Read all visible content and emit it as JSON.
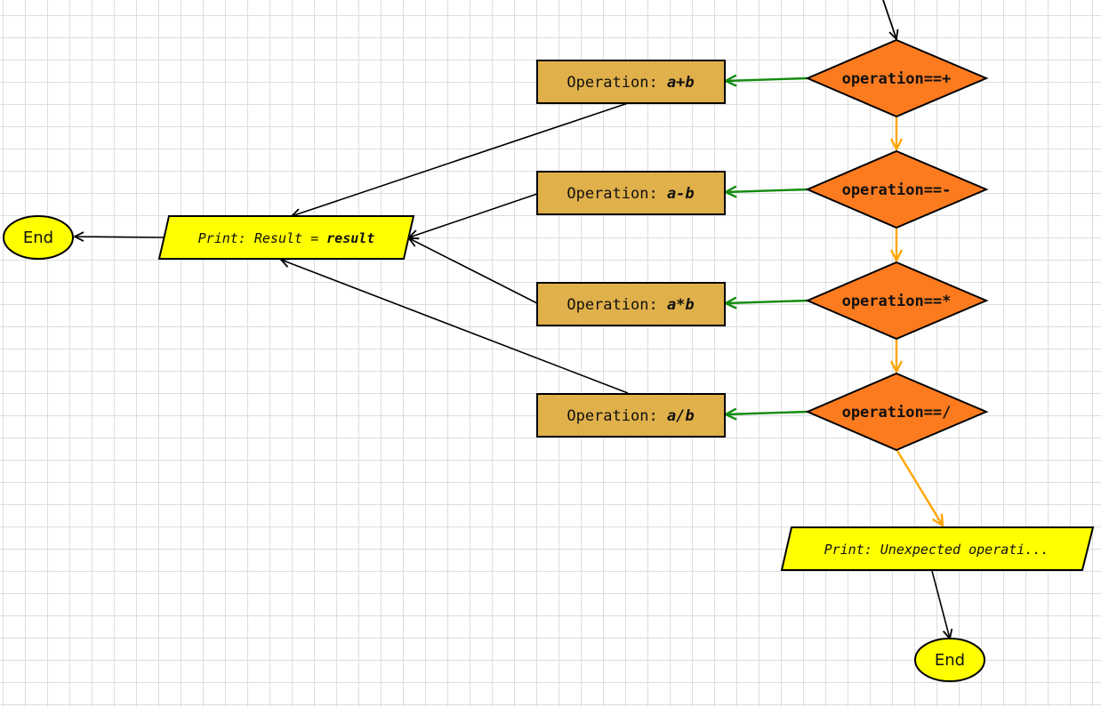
{
  "diagram": {
    "type": "flowchart",
    "colors": {
      "decision_fill": "#fd7b1f",
      "operation_fill": "#e0b04a",
      "io_fill": "#ffff00",
      "terminal_fill": "#ffff00",
      "yes_edge": "#138b10",
      "no_edge": "#ffa500",
      "default_edge": "#000000",
      "grid": "#dddddd"
    },
    "decisions": [
      {
        "id": "d_plus",
        "label": "operation==+"
      },
      {
        "id": "d_minus",
        "label": "operation==-"
      },
      {
        "id": "d_mult",
        "label": "operation==*"
      },
      {
        "id": "d_div",
        "label": "operation==/"
      }
    ],
    "operations": [
      {
        "id": "op_plus",
        "prefix": "Operation: ",
        "expr": "a+b"
      },
      {
        "id": "op_minus",
        "prefix": "Operation: ",
        "expr": "a-b"
      },
      {
        "id": "op_mult",
        "prefix": "Operation: ",
        "expr": "a*b"
      },
      {
        "id": "op_div",
        "prefix": "Operation: ",
        "expr": "a/b"
      }
    ],
    "print_result": {
      "prefix": "Print: Result = ",
      "var": "result"
    },
    "print_unexpected": {
      "text": "Print: Unexpected operati..."
    },
    "end_left": {
      "label": "End"
    },
    "end_bottom": {
      "label": "End"
    },
    "edges": [
      {
        "from": "entry",
        "to": "d_plus",
        "kind": "default"
      },
      {
        "from": "d_plus",
        "to": "op_plus",
        "kind": "yes"
      },
      {
        "from": "d_minus",
        "to": "op_minus",
        "kind": "yes"
      },
      {
        "from": "d_mult",
        "to": "op_mult",
        "kind": "yes"
      },
      {
        "from": "d_div",
        "to": "op_div",
        "kind": "yes"
      },
      {
        "from": "d_plus",
        "to": "d_minus",
        "kind": "no"
      },
      {
        "from": "d_minus",
        "to": "d_mult",
        "kind": "no"
      },
      {
        "from": "d_mult",
        "to": "d_div",
        "kind": "no"
      },
      {
        "from": "d_div",
        "to": "print_unexpected",
        "kind": "no"
      },
      {
        "from": "op_plus",
        "to": "print_result",
        "kind": "default"
      },
      {
        "from": "op_minus",
        "to": "print_result",
        "kind": "default"
      },
      {
        "from": "op_mult",
        "to": "print_result",
        "kind": "default"
      },
      {
        "from": "op_div",
        "to": "print_result",
        "kind": "default"
      },
      {
        "from": "print_result",
        "to": "end_left",
        "kind": "default"
      },
      {
        "from": "print_unexpected",
        "to": "end_bottom",
        "kind": "default"
      }
    ]
  }
}
